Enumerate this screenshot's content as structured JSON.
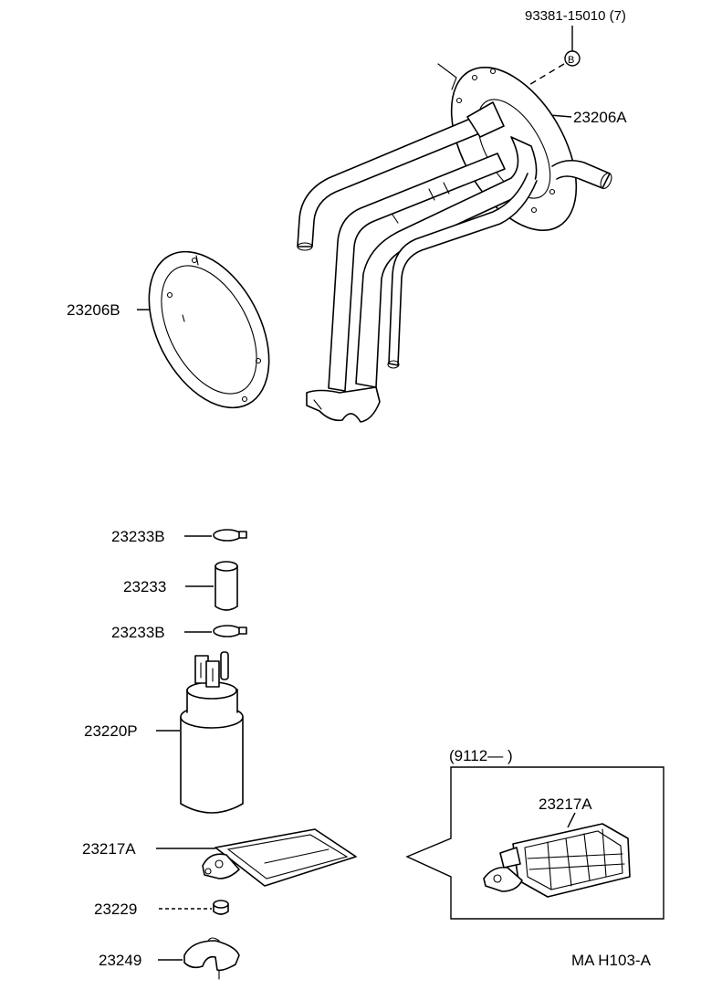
{
  "labels": {
    "bolt": "93381-15010 (7)",
    "bolt_marker": "B",
    "gauge_a": "23206A",
    "gauge_b": "23206B",
    "clamp_top": "23233B",
    "hose": "23233",
    "clamp_bottom": "23233B",
    "pump": "23220P",
    "filter": "23217A",
    "cushion": "23229",
    "retainer": "23249",
    "inset_range": "(9112—          )",
    "inset_filter": "23217A",
    "diagram_code": "MA H103-A"
  }
}
